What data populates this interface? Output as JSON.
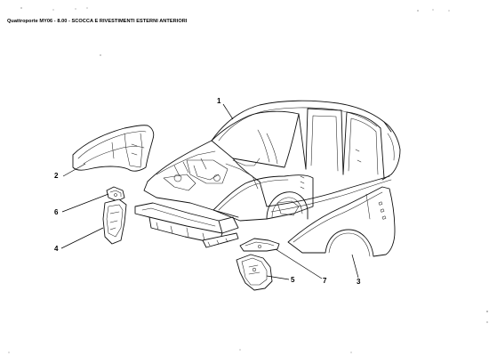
{
  "header": {
    "title": "Quattroporte MY06 - 8.00 - SCOCCA E RIVESTIMENTI ESTERNI ANTERIORI"
  },
  "callouts": [
    {
      "label": "1"
    },
    {
      "label": "2"
    },
    {
      "label": "3"
    },
    {
      "label": "4"
    },
    {
      "label": "5"
    },
    {
      "label": "6"
    },
    {
      "label": "7"
    }
  ]
}
